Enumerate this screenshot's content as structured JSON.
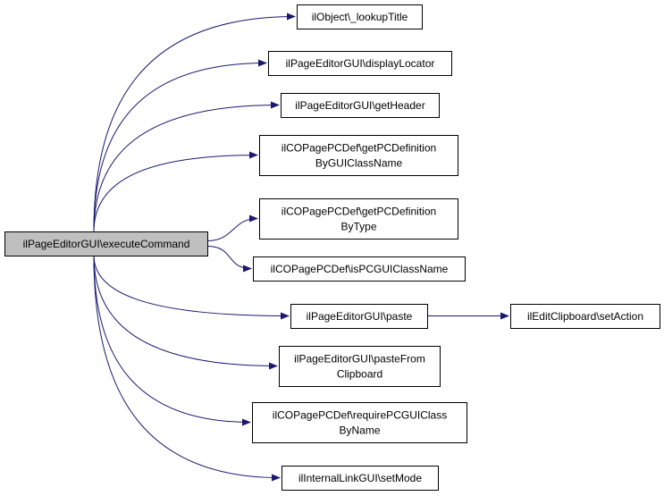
{
  "diagram": {
    "root": {
      "id": "root",
      "lines": [
        "ilPageEditorGUI\\executeCommand"
      ]
    },
    "nodes": [
      {
        "id": "n1",
        "lines": [
          "ilObject\\_lookupTitle"
        ]
      },
      {
        "id": "n2",
        "lines": [
          "ilPageEditorGUI\\displayLocator"
        ]
      },
      {
        "id": "n3",
        "lines": [
          "ilPageEditorGUI\\getHeader"
        ]
      },
      {
        "id": "n4",
        "lines": [
          "ilCOPagePCDef\\getPCDefinition",
          "ByGUIClassName"
        ]
      },
      {
        "id": "n5",
        "lines": [
          "ilCOPagePCDef\\getPCDefinition",
          "ByType"
        ]
      },
      {
        "id": "n6",
        "lines": [
          "ilCOPagePCDef\\isPCGUIClassName"
        ]
      },
      {
        "id": "n7",
        "lines": [
          "ilPageEditorGUI\\paste"
        ]
      },
      {
        "id": "n8",
        "lines": [
          "ilPageEditorGUI\\pasteFrom",
          "Clipboard"
        ]
      },
      {
        "id": "n9",
        "lines": [
          "ilCOPagePCDef\\requirePCGUIClass",
          "ByName"
        ]
      },
      {
        "id": "n10",
        "lines": [
          "ilInternalLinkGUI\\setMode"
        ]
      },
      {
        "id": "n11",
        "lines": [
          "ilEditClipboard\\setAction"
        ]
      }
    ],
    "edges": [
      {
        "from": "root",
        "to": "n1"
      },
      {
        "from": "root",
        "to": "n2"
      },
      {
        "from": "root",
        "to": "n3"
      },
      {
        "from": "root",
        "to": "n4"
      },
      {
        "from": "root",
        "to": "n5"
      },
      {
        "from": "root",
        "to": "n6"
      },
      {
        "from": "root",
        "to": "n7"
      },
      {
        "from": "root",
        "to": "n8"
      },
      {
        "from": "root",
        "to": "n9"
      },
      {
        "from": "root",
        "to": "n10"
      },
      {
        "from": "n7",
        "to": "n11"
      }
    ],
    "colors": {
      "edge": "#191970",
      "border": "#000000",
      "root_fill": "#bfbfbf",
      "node_fill": "#ffffff"
    }
  }
}
